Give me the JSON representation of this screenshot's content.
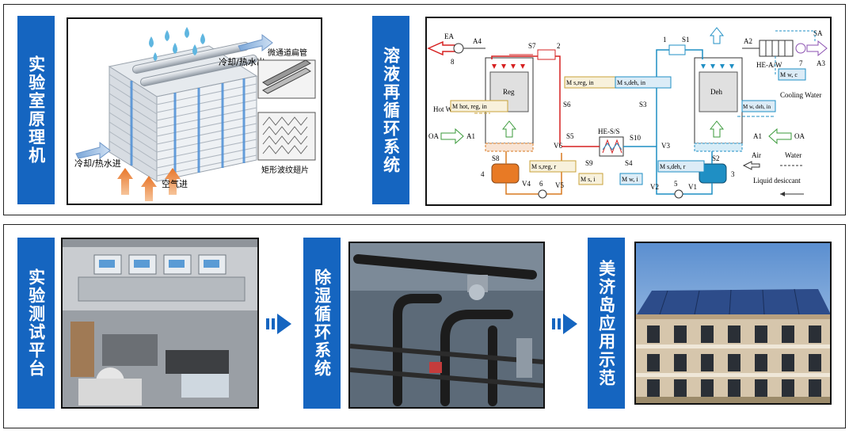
{
  "top": {
    "prototype_label": "实验室原理机",
    "prototype_callouts": {
      "water_out": "冷却/热水出",
      "water_in": "冷却/热水进",
      "air_in": "空气进",
      "microchannel": "微通道扁管",
      "fin": "矩形波纹翅片"
    },
    "cycle_label": "溶液再循环系统",
    "cycle": {
      "ea": "EA",
      "a4": "A4",
      "s7": "S7",
      "n2": "2",
      "n8": "8",
      "reg": "Reg",
      "deh": "Deh",
      "hot_water": "Hot\nWater",
      "oa_left": "OA",
      "a1_left": "A1",
      "s8": "S8",
      "n4": "4",
      "v4": "V4",
      "n6": "6",
      "v5": "V5",
      "v6": "V6",
      "s5": "S5",
      "s6": "S6",
      "s9": "S9",
      "s4": "S4",
      "s10": "S10",
      "hess": "HE-S/S",
      "v3": "V3",
      "s3": "S3",
      "n1": "1",
      "s1": "S1",
      "a2": "A2",
      "sa": "SA",
      "a3": "A3",
      "n7": "7",
      "hea_w": "HE-A/W",
      "cooling_water": "Cooling\nWater",
      "oa_right": "OA",
      "a1_right": "A1",
      "s2": "S2",
      "n3": "3",
      "v2": "V2",
      "n5": "5",
      "v1": "V1",
      "m_hot_reg_in": "M hot, reg, in",
      "m_s_reg_in": "M s,reg, in",
      "m_s_deh_in": "M s,deh, in",
      "m_w_c": "M w, c",
      "m_w_deh_in": "M w, deh, in",
      "m_s_reg_r": "M s,reg, r",
      "m_s_i": "M s, i",
      "m_w_i": "M w, i",
      "m_s_deh_r": "M s,deh, r",
      "legend_air": "Air",
      "legend_water": "Water",
      "legend_liquid": "Liquid desiccant"
    }
  },
  "bottom": {
    "test_platform_label": "实验测试平台",
    "dehum_cycle_label": "除湿循环系统",
    "demo_label": "美济岛应用示范"
  },
  "colors": {
    "label_bg": "#1565c0",
    "red_pipe": "#d62020",
    "blue_pipe": "#1f8fc4",
    "orange_pipe": "#d97a20",
    "green_arrow": "#3a9a3a"
  }
}
